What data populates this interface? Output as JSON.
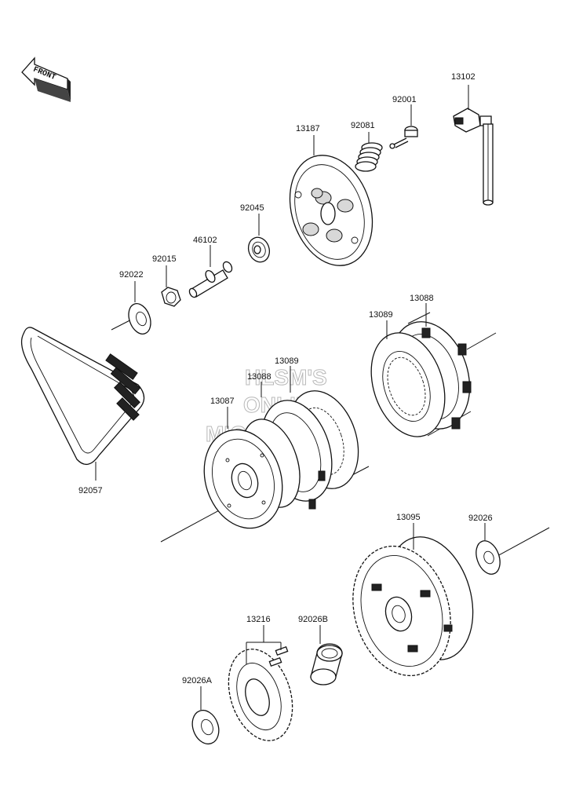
{
  "front_badge": "FRONT",
  "watermark": [
    "HLSM'S",
    "ONLINE",
    "MICROFICHE"
  ],
  "labels": {
    "p13102": "13102",
    "p92001": "92001",
    "p92081": "92081",
    "p13187": "13187",
    "p92045": "92045",
    "p46102": "46102",
    "p92015": "92015",
    "p92022": "92022",
    "p13088_top": "13088",
    "p13089_top": "13089",
    "p13089_mid": "13089",
    "p13088_mid": "13088",
    "p13087": "13087",
    "p92057": "92057",
    "p13095": "13095",
    "p92026": "92026",
    "p13216": "13216",
    "p92026B": "92026B",
    "p92026A": "92026A"
  }
}
